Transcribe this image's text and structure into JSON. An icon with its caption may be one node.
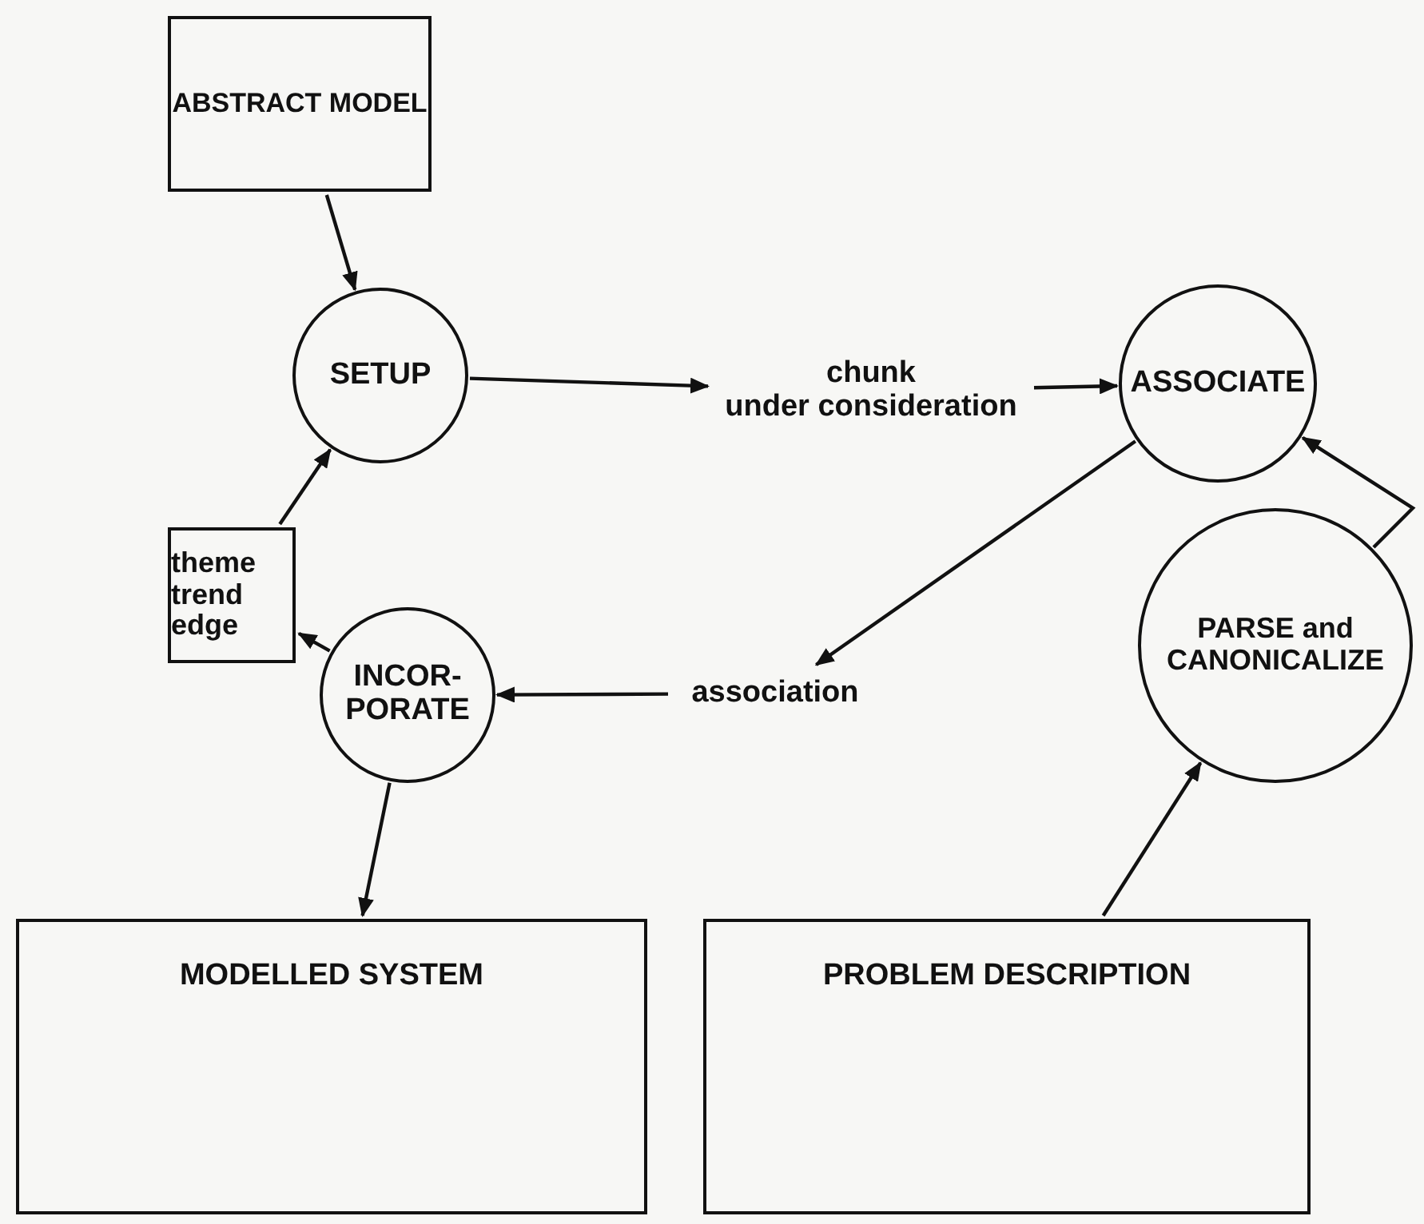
{
  "diagram": {
    "nodes": [
      {
        "text": [
          "ABSTRACT MODEL"
        ]
      },
      {
        "text": [
          "SETUP"
        ]
      },
      {
        "text": [
          "chunk under consideration"
        ]
      },
      {
        "text": [
          "ASSOCIATE"
        ]
      },
      {
        "text": [
          "theme trend edge"
        ]
      },
      {
        "text": [
          "INCOR- PORATE"
        ]
      },
      {
        "text": [
          "association"
        ]
      },
      {
        "text": [
          "PARSE and CANONICALIZE"
        ]
      },
      {
        "text": [
          "MODELLED SYSTEM"
        ]
      },
      {
        "text": [
          "PROBLEM DESCRIPTION"
        ]
      }
    ],
    "edges": [
      {
        "from": 0,
        "to": 1,
        "arrow": "to"
      },
      {
        "from": 1,
        "to": 2,
        "arrow": "to"
      },
      {
        "from": 2,
        "to": 3,
        "arrow": "to"
      },
      {
        "from": 3,
        "to": 6,
        "arrow": "to"
      },
      {
        "from": 6,
        "to": 5,
        "arrow": "to"
      },
      {
        "from": 5,
        "to": 4,
        "arrow": "to"
      },
      {
        "from": 4,
        "to": 1,
        "arrow": "to"
      },
      {
        "from": 5,
        "to": 8,
        "arrow": "to"
      },
      {
        "from": 9,
        "to": 7,
        "arrow": "to"
      },
      {
        "from": 7,
        "to": 3,
        "arrow": "to"
      }
    ]
  }
}
